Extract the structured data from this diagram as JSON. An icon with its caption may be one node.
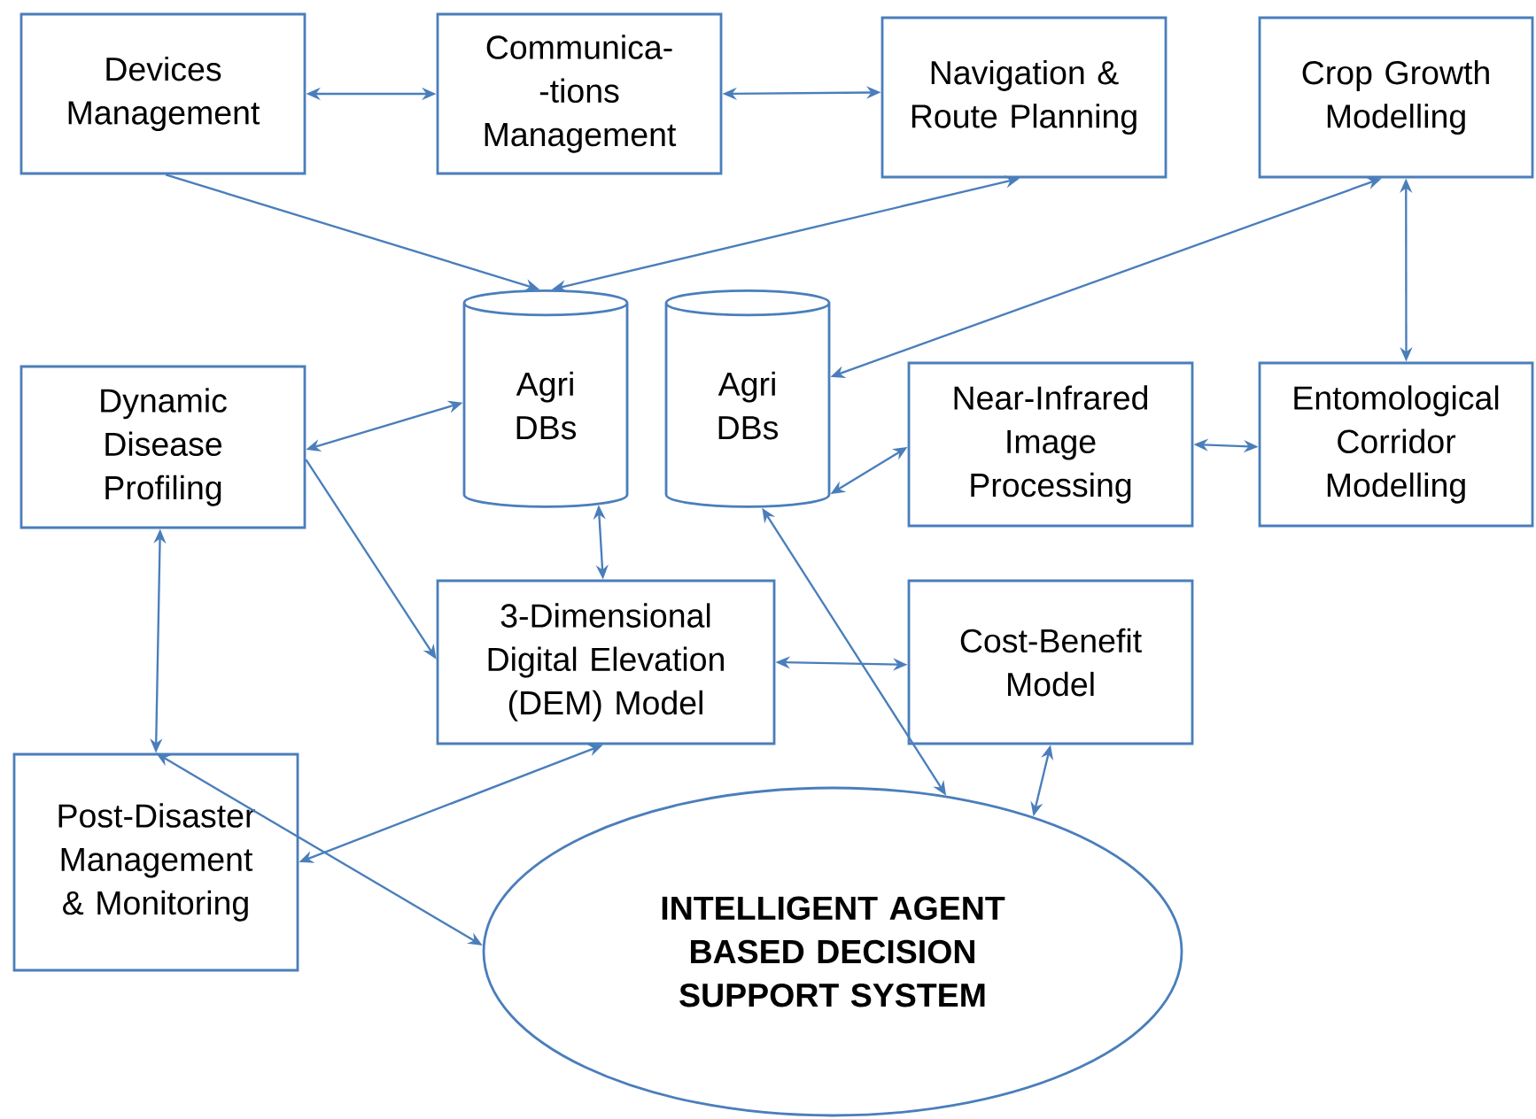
{
  "diagram": {
    "nodes": [
      {
        "text": [
          "Devices Management"
        ]
      },
      {
        "text": [
          "Communica- -tions Management"
        ]
      },
      {
        "text": [
          "Navigation & Route Planning"
        ]
      },
      {
        "text": [
          "Crop Growth Modelling"
        ]
      },
      {
        "text": [
          "Agri DBs"
        ]
      },
      {
        "text": [
          "Agri DBs"
        ]
      },
      {
        "text": [
          "Dynamic Disease Profiling"
        ]
      },
      {
        "text": [
          "Near-Infrared Image Processing"
        ]
      },
      {
        "text": [
          "Entomological Corridor Modelling"
        ]
      },
      {
        "text": [
          "3-Dimensional Digital Elevation (DEM) Model"
        ]
      },
      {
        "text": [
          "Cost-Benefit Model"
        ]
      },
      {
        "text": [
          "Post-Disaster Management & Monitoring"
        ]
      },
      {
        "text": [
          "INTELLIGENT AGENT BASED DECISION SUPPORT SYSTEM"
        ]
      }
    ],
    "edges": [
      {
        "from": 0,
        "to": 1,
        "arrow": "both"
      },
      {
        "from": 1,
        "to": 2,
        "arrow": "both"
      },
      {
        "from": 0,
        "to": 4,
        "arrow": "to"
      },
      {
        "from": 2,
        "to": 4,
        "arrow": "both"
      },
      {
        "from": 3,
        "to": 5,
        "arrow": "both"
      },
      {
        "from": 3,
        "to": 8,
        "arrow": "both"
      },
      {
        "from": 6,
        "to": 4,
        "arrow": "both"
      },
      {
        "from": 6,
        "to": 9,
        "arrow": "to"
      },
      {
        "from": 4,
        "to": 9,
        "arrow": "both"
      },
      {
        "from": 5,
        "to": 7,
        "arrow": "both"
      },
      {
        "from": 7,
        "to": 8,
        "arrow": "both"
      },
      {
        "from": 9,
        "to": 10,
        "arrow": "both"
      },
      {
        "from": 5,
        "to": 12,
        "arrow": "both"
      },
      {
        "from": 10,
        "to": 12,
        "arrow": "both"
      },
      {
        "from": 6,
        "to": 11,
        "arrow": "both"
      },
      {
        "from": 11,
        "to": 12,
        "arrow": "both"
      },
      {
        "from": 9,
        "to": 11,
        "arrow": "both"
      }
    ]
  }
}
